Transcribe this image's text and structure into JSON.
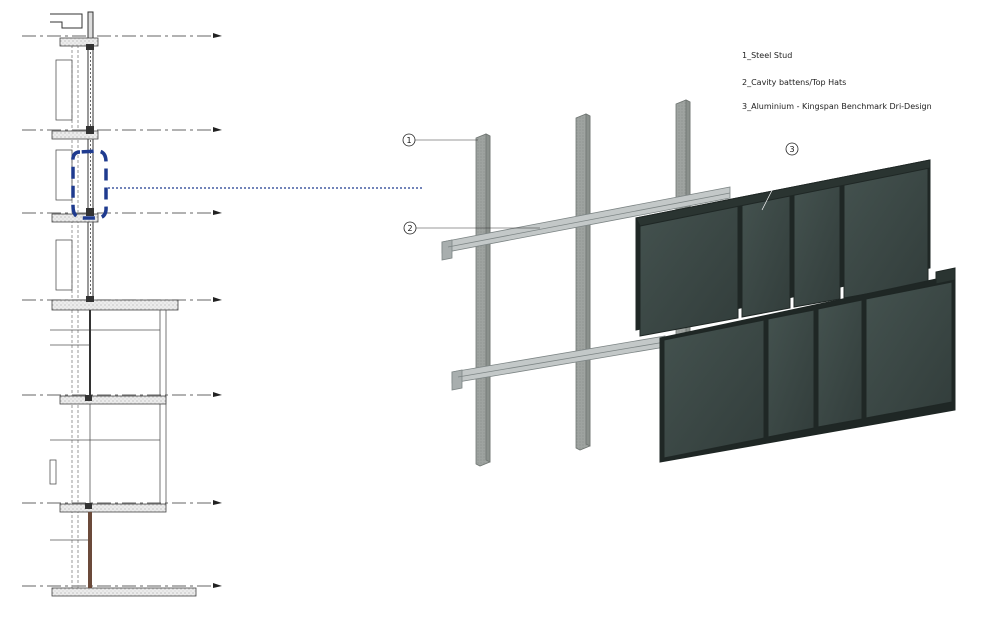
{
  "legend": [
    {
      "number": "1",
      "text": "1_Steel Stud"
    },
    {
      "number": "2",
      "text": "2_Cavity battens/Top Hats"
    },
    {
      "number": "3",
      "text": "3_Aluminium - Kingspan Benchmark Dri-Design"
    }
  ],
  "callouts": {
    "steel_stud": "1",
    "cavity_battens": "2",
    "cladding_panel": "3"
  },
  "colors": {
    "panel": "#3d4a47",
    "panel_edge": "#1f2725",
    "stud": "#a9aeab",
    "batten": "#c3c8c8",
    "highlight": "#1f3b8f",
    "line": "#222222"
  }
}
